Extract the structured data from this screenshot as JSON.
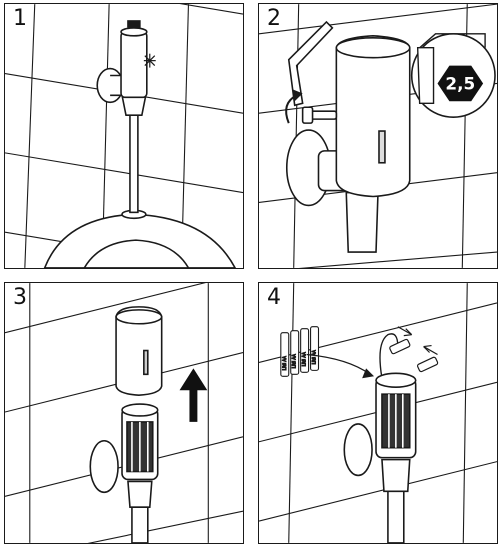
{
  "steps": [
    {
      "number": "1"
    },
    {
      "number": "2",
      "tool_size": "2,5"
    },
    {
      "number": "3"
    },
    {
      "number": "4",
      "battery_label": "LR6 AA"
    }
  ],
  "colors": {
    "line": "#1a1a1a",
    "fill": "#ffffff",
    "badge": "#111111",
    "sensor": "#555555"
  },
  "icons": [
    "sensor-flash-icon",
    "hex-key-icon",
    "rotate-arrow-icon",
    "up-arrow-icon",
    "battery-icon",
    "cable-connect-arrows-icon"
  ]
}
